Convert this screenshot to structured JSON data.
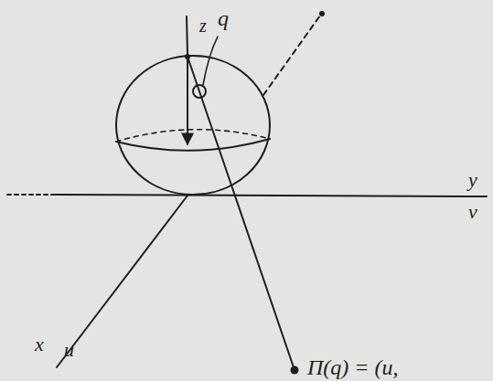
{
  "diagram": {
    "labels": [
      "z",
      "q",
      "y",
      "v",
      "x",
      "u",
      "Π(q) = (u,"
    ]
  }
}
